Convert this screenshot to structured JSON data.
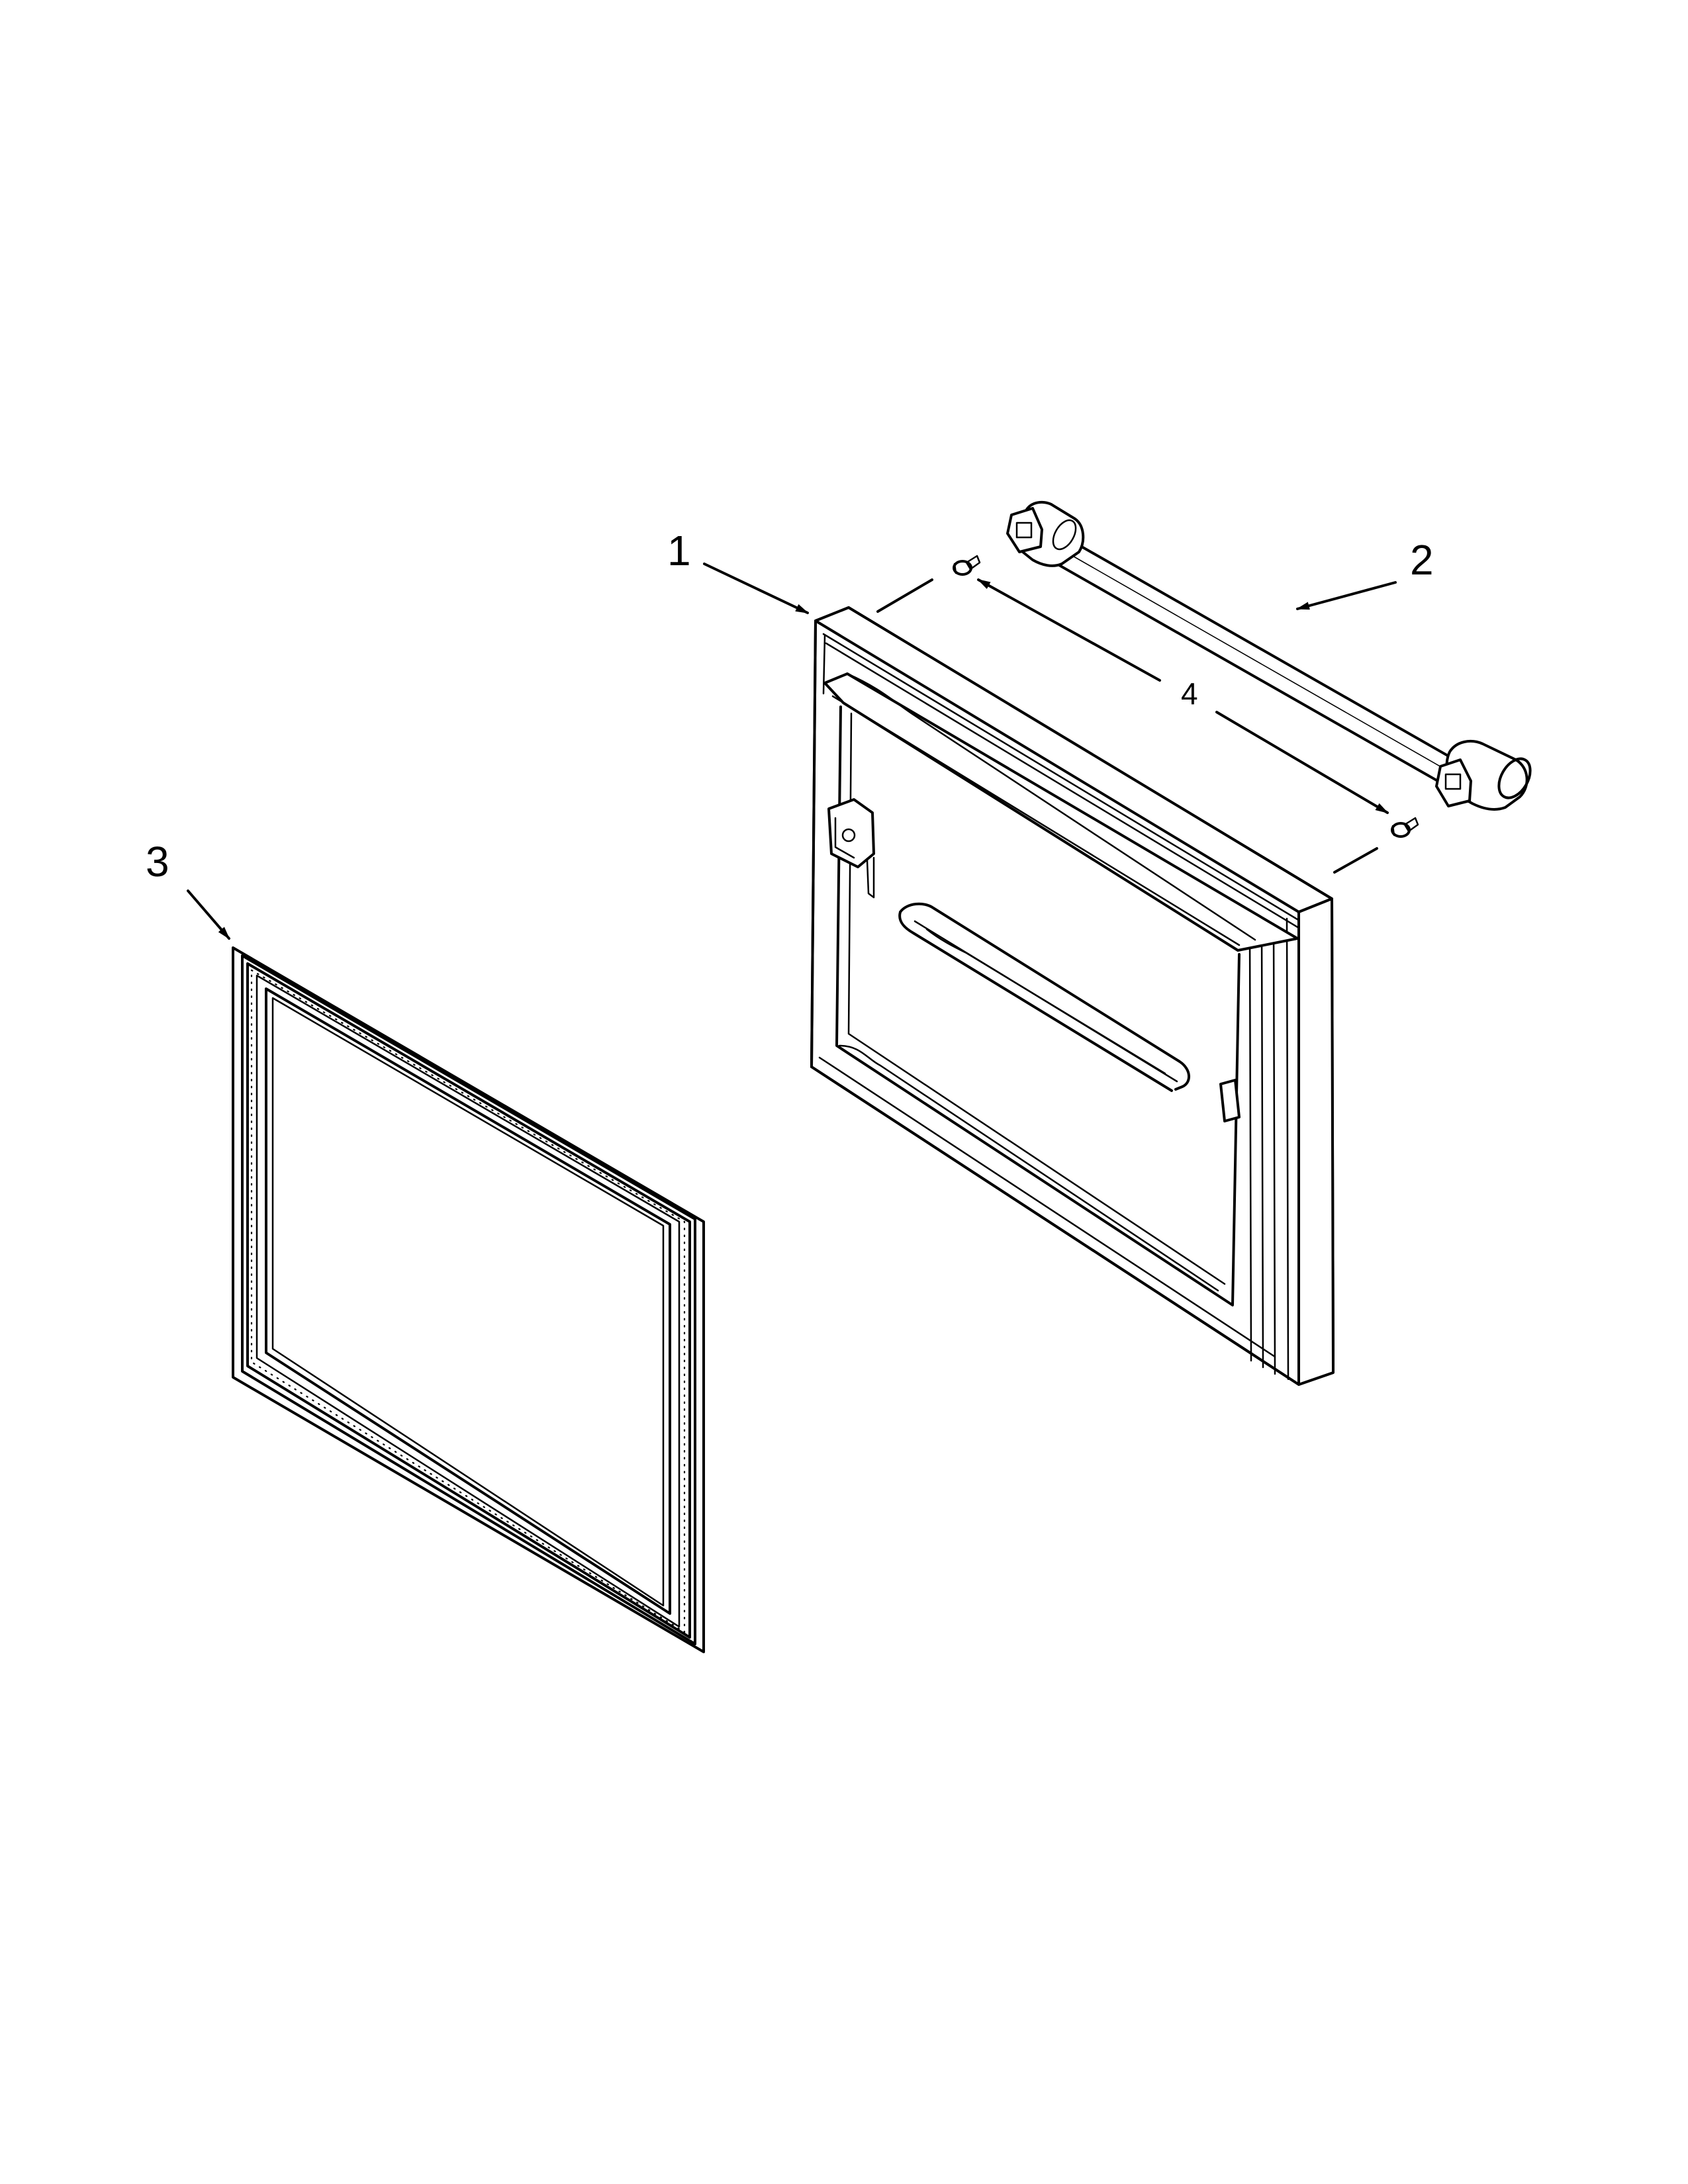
{
  "diagram": {
    "type": "exploded parts view",
    "callouts": {
      "door_assembly": "1",
      "handle": "2",
      "gasket": "3",
      "screws": "4"
    }
  }
}
